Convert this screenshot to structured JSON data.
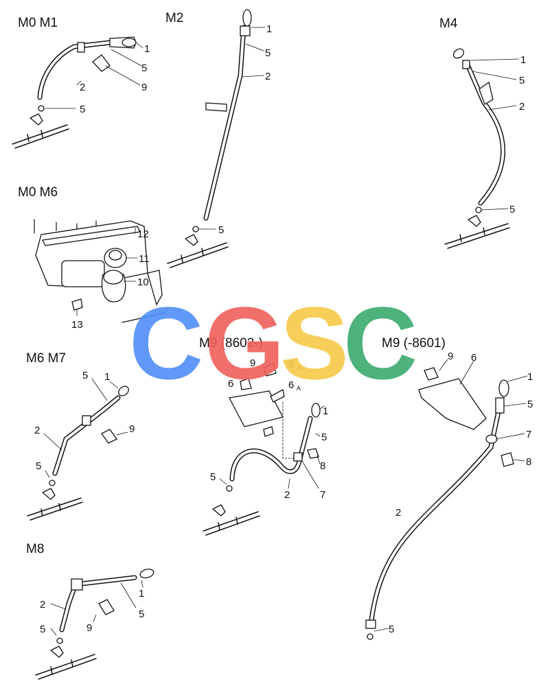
{
  "section_labels": {
    "m0m1": "M0 M1",
    "m2": "M2",
    "m4": "M4",
    "m0m6": "M0 M6",
    "m6m7": "M6 M7",
    "m9a": "M9 (8602-)",
    "m9b": "M9 (-8601)",
    "m8": "M8"
  },
  "callouts": {
    "m0m1": [
      "1",
      "5",
      "2",
      "9",
      "5"
    ],
    "m2": [
      "1",
      "5",
      "2",
      "5"
    ],
    "m4": [
      "1",
      "5",
      "2",
      "5"
    ],
    "m0m6": [
      "12",
      "11",
      "10",
      "13"
    ],
    "m6m7": [
      "5",
      "1",
      "9",
      "2",
      "5"
    ],
    "m9a": [
      "9",
      "8",
      "A",
      "6",
      "6",
      "A",
      "1",
      "5",
      "8",
      "5",
      "2",
      "7"
    ],
    "m9b": [
      "9",
      "6",
      "1",
      "5",
      "7",
      "8",
      "2",
      "5"
    ],
    "m8": [
      "2",
      "1",
      "5",
      "9",
      "5"
    ]
  },
  "watermark": {
    "letters": [
      "C",
      "G",
      "S",
      "C"
    ],
    "colors": [
      "#4f8ff7",
      "#f0605a",
      "#f7c948",
      "#3aaa6e"
    ]
  }
}
